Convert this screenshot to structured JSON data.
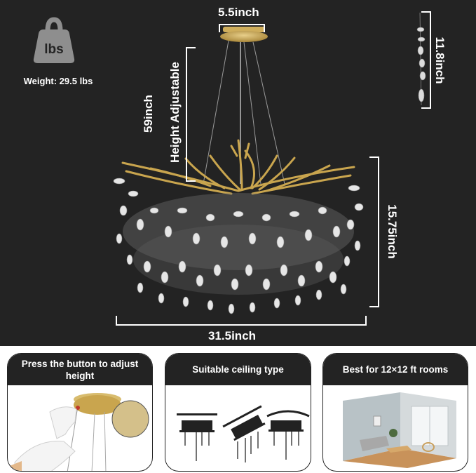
{
  "weight": {
    "icon": "weight-icon",
    "icon_text": "lbs",
    "label": "Weight: 29.5 lbs"
  },
  "dimensions": {
    "canopy_width": "5.5inch",
    "height_adjustable": "Height Adjustable",
    "height_value": "59inch",
    "crystal_length": "11.8inch",
    "fixture_height": "15.75inch",
    "fixture_width": "31.5inch"
  },
  "cards": [
    {
      "title": "Press the button to adjust height",
      "illustration": "hand-pressing-canopy-button"
    },
    {
      "title": "Suitable ceiling type",
      "illustration": "ceiling-types-flat-sloped-curved"
    },
    {
      "title": "Best for 12×12 ft rooms",
      "illustration": "living-room-render"
    }
  ],
  "colors": {
    "background_dark": "#232323",
    "text_light": "#ffffff",
    "gold": "#c9a54e",
    "crystal": "#d9d9d9",
    "weight_icon": "#8e8e8e"
  }
}
